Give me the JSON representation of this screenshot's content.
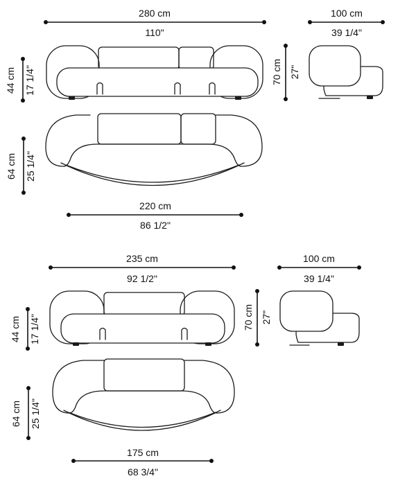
{
  "sofa_large": {
    "front_width_cm": "280 cm",
    "front_width_in": "110\"",
    "seat_height_cm": "44 cm",
    "seat_height_in": "17 1/4\"",
    "plan_depth_cm": "64 cm",
    "plan_depth_in": "25 1/4\"",
    "base_width_cm": "220 cm",
    "base_width_in": "86 1/2\"",
    "side_depth_cm": "100 cm",
    "side_depth_in": "39 1/4\"",
    "total_height_cm": "70 cm",
    "total_height_in": "27\""
  },
  "sofa_small": {
    "front_width_cm": "235 cm",
    "front_width_in": "92 1/2\"",
    "seat_height_cm": "44 cm",
    "seat_height_in": "17 1/4\"",
    "plan_depth_cm": "64 cm",
    "plan_depth_in": "25 1/4\"",
    "base_width_cm": "175 cm",
    "base_width_in": "68 3/4\"",
    "side_depth_cm": "100 cm",
    "side_depth_in": "39 1/4\"",
    "total_height_cm": "70 cm",
    "total_height_in": "27\""
  }
}
